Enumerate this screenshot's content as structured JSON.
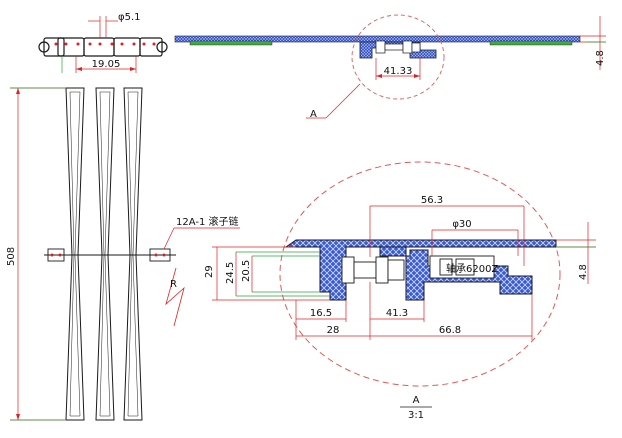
{
  "colors": {
    "dimension": "#e02020",
    "dimension_green": "#2ea043",
    "outline": "#1a1a1a",
    "section_fill": "#3a5bd0",
    "pad_green": "#44a83c",
    "detail_circle": "#e05a5a"
  },
  "top_left_view": {
    "pitch_dim": "19.05",
    "pin_dim": "φ5.1"
  },
  "top_right_view": {
    "width_dim": "41.33",
    "thickness_dim": "4.8",
    "detail_label": "A"
  },
  "side_view": {
    "length_dim": "508",
    "chain_label": "12A-1 滚子链",
    "rotation_label": "R"
  },
  "detail_view": {
    "dims": {
      "d56_3": "56.3",
      "d30": "φ30",
      "d29": "29",
      "d24_5": "24.5",
      "d20_5": "20.5",
      "d4_8": "4.8",
      "d16_5": "16.5",
      "d28": "28",
      "d41_3": "41.3",
      "d66_8": "66.8"
    },
    "bearing_label": "轴承6200Z",
    "title_letter": "A",
    "title_scale": "3:1"
  }
}
